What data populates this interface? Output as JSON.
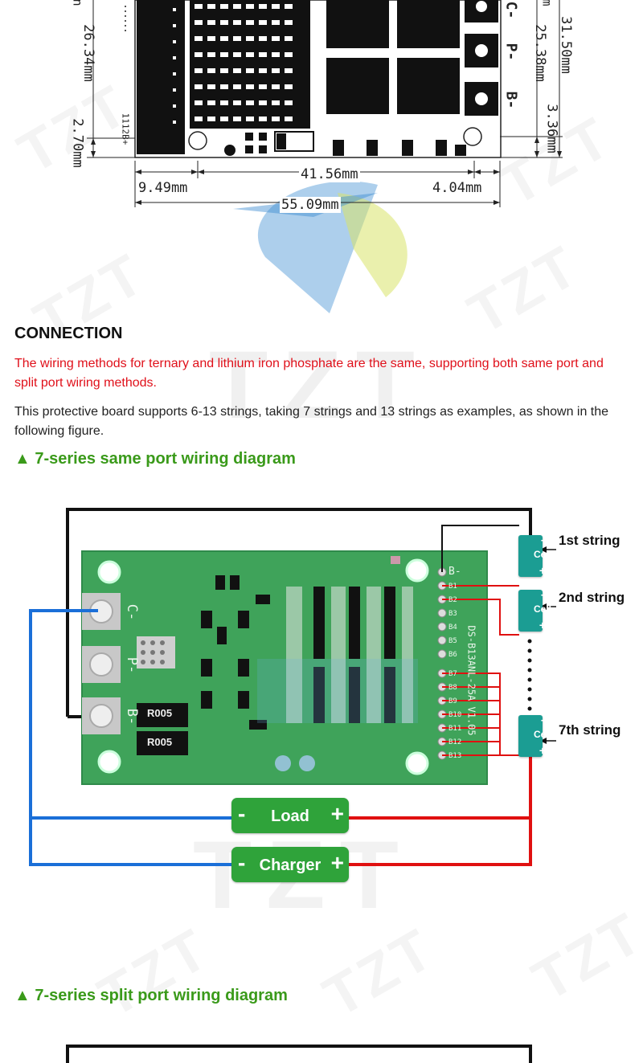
{
  "dimensions": {
    "vertical_left": [
      "26.34mm",
      "2.70mm"
    ],
    "vertical_right": [
      "31.50mm",
      "25.38mm",
      "3.36mm"
    ],
    "horizontal": [
      "41.56mm",
      "9.49mm",
      "4.04mm",
      "55.09mm"
    ],
    "partial_left": "n",
    "partial_right": "m",
    "board_code": "1112B+",
    "pad_labels": [
      "C-",
      "P-",
      "B-"
    ]
  },
  "watermark": "TZT",
  "section_title": "CONNECTION",
  "para_red": "The wiring methods for ternary and lithium iron phosphate are the same, supporting both same port and split port wiring methods.",
  "para_black": "This protective board supports 6-13 strings, taking 7 strings and 13 strings as examples, as shown in the following figure.",
  "subhead_same": "▲ 7-series same port wiring diagram",
  "subhead_split": "▲ 7-series split port wiring diagram",
  "diagram": {
    "board_silk": {
      "pads": [
        "C-",
        "P-",
        "B-"
      ],
      "pins": [
        "B-",
        "B1",
        "B2",
        "B3",
        "B4",
        "B5",
        "B6",
        "B7",
        "B8",
        "B9",
        "B10",
        "B11",
        "B12",
        "B13"
      ],
      "model": "DS-B13ANL-25A V1.05",
      "resistors": [
        "R005",
        "R005"
      ]
    },
    "cell_minus": "-",
    "cell_label": "Cell",
    "cell_plus": "+",
    "strings": [
      "1st string",
      "2nd string",
      "7th string"
    ],
    "load": {
      "minus": "-",
      "label": "Load",
      "plus": "+"
    },
    "charger": {
      "minus": "-",
      "label": "Charger",
      "plus": "+"
    },
    "colors": {
      "negative": "#1a6fd8",
      "positive": "#e01010",
      "ground": "#111111",
      "board": "#3fa35a",
      "cell": "#1b9d93",
      "pill": "#2fa33a"
    }
  }
}
